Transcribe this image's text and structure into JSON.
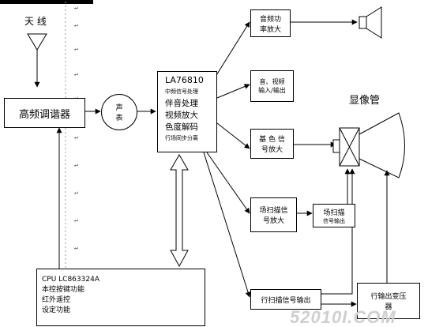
{
  "antenna": {
    "label": "天 线"
  },
  "tuner": {
    "label": "高频调谐器"
  },
  "saw": {
    "line1": "声",
    "line2": "表"
  },
  "main_ic": {
    "model": "LA76810",
    "lines": [
      "中频信号处理",
      "伴音处理",
      "视频放大",
      "色度解码",
      "行场同步分离"
    ]
  },
  "audio_amp": {
    "line1": "音频功",
    "line2": "率放大"
  },
  "av_io": {
    "line1": "音、视频",
    "line2": "输入/输出"
  },
  "color_amp": {
    "line1": "基 色 信",
    "line2": "号放大"
  },
  "vscan": {
    "line1": "场扫描信",
    "line2": "号放大"
  },
  "vout": {
    "line1": "场扫描",
    "line2": "信号输出"
  },
  "crt": {
    "label": "显像管"
  },
  "hscan": {
    "label": "行扫描信号输出"
  },
  "fbt": {
    "line1": "行输出变压",
    "line2": "器"
  },
  "cpu": {
    "lines": [
      "CPU LC863324A",
      "本控按键功能",
      "红外遥控",
      "设定功能"
    ]
  },
  "watermark": "52010I.COM"
}
